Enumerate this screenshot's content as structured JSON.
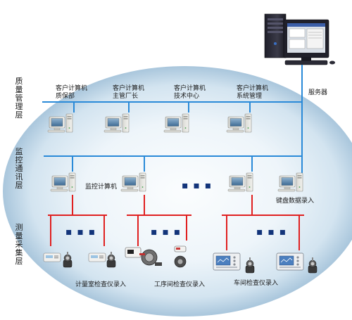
{
  "layers": {
    "management": "质量管理层",
    "monitoring": "监控通讯层",
    "collection": "测量采集层"
  },
  "server": {
    "label": "服务器"
  },
  "management_clients": [
    {
      "line1": "客户计算机",
      "line2": "质保部"
    },
    {
      "line1": "客户计算机",
      "line2": "主管厂长"
    },
    {
      "line1": "客户计算机",
      "line2": "技术中心"
    },
    {
      "line1": "客户计算机",
      "line2": "系统管理"
    }
  ],
  "monitor": {
    "label": "监控计算机",
    "ellipsis": "▪ ▪ ▪"
  },
  "keyboard_entry": {
    "label": "键盘数据录入"
  },
  "instrument_groups": [
    {
      "label": "计量室检查仪录入",
      "ellipsis": "▪ ▪ ▪"
    },
    {
      "label": "工序间检查仪录入",
      "ellipsis": "▪ ▪ ▪"
    },
    {
      "label": "车间检查仪录入",
      "ellipsis": "▪ ▪ ▪"
    }
  ],
  "colors": {
    "network_line": "#2a8ad8",
    "field_bus": "#e02020",
    "ellipse_inner": "#f6fafd",
    "ellipse_outer": "#a9c6dc",
    "dots": "#12347a"
  }
}
